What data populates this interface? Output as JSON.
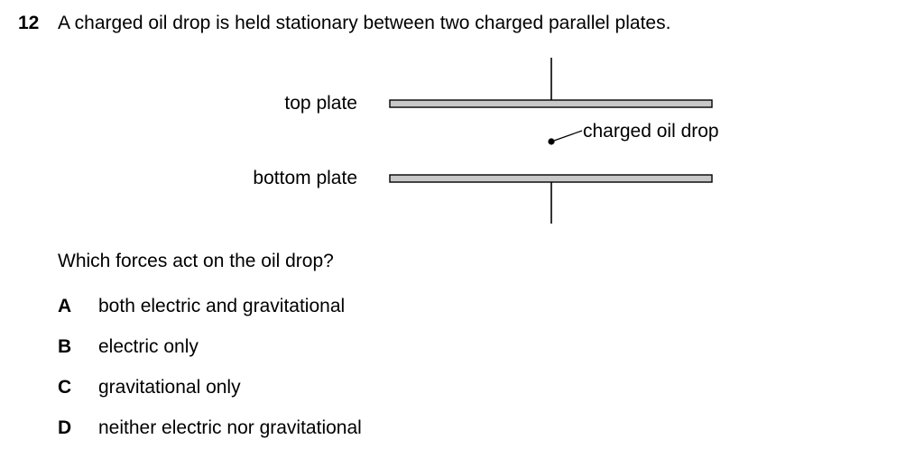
{
  "question": {
    "number": "12",
    "stem": "A charged oil drop is held stationary between two charged parallel plates.",
    "prompt": "Which forces act on the oil drop?"
  },
  "diagram": {
    "top_plate_label": "top plate",
    "bottom_plate_label": "bottom plate",
    "drop_label": "charged oil drop",
    "plate_fill": "#c8c8c8"
  },
  "options": [
    {
      "letter": "A",
      "text": "both electric and gravitational"
    },
    {
      "letter": "B",
      "text": "electric only"
    },
    {
      "letter": "C",
      "text": "gravitational only"
    },
    {
      "letter": "D",
      "text": "neither electric nor gravitational"
    }
  ]
}
